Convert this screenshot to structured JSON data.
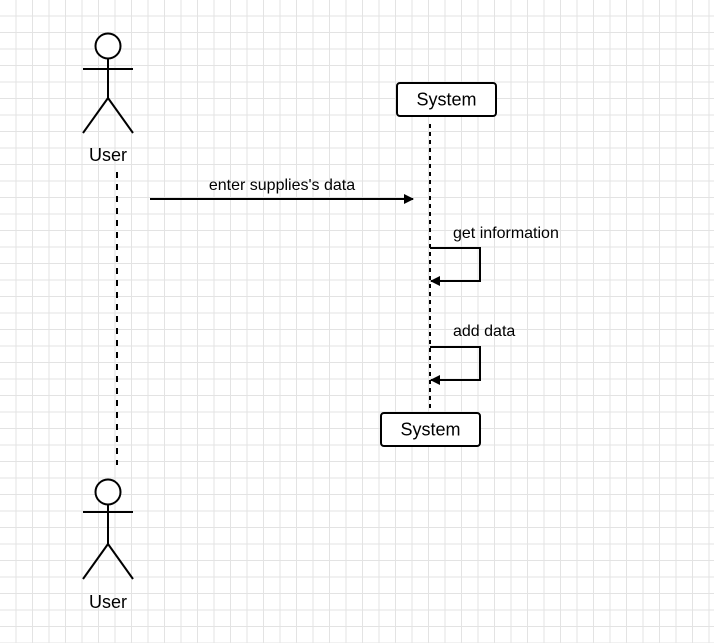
{
  "diagram": {
    "type": "sequence",
    "participants": {
      "user": {
        "label_top": "User",
        "label_bottom": "User",
        "kind": "actor"
      },
      "system": {
        "label_top": "System",
        "label_bottom": "System",
        "kind": "object"
      }
    },
    "messages": [
      {
        "from": "User",
        "to": "System",
        "label": "enter supplies's data"
      },
      {
        "from": "System",
        "to": "System",
        "label": "get information"
      },
      {
        "from": "System",
        "to": "System",
        "label": "add data"
      }
    ]
  },
  "colors": {
    "line": "#000000",
    "grid": "#e3e3e3",
    "background": "#ffffff"
  }
}
